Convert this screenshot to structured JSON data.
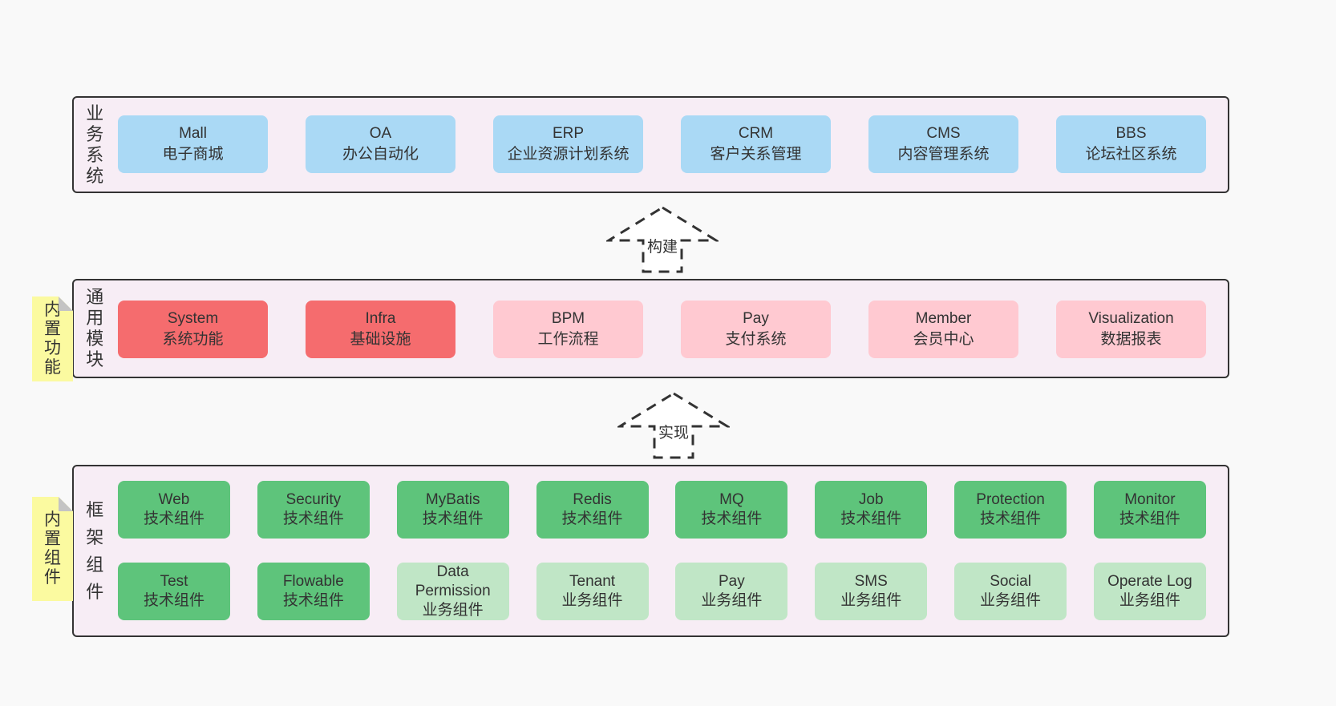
{
  "sections": {
    "business": {
      "label": "业务系统",
      "boxes": [
        {
          "name": "Mall",
          "desc": "电子商城"
        },
        {
          "name": "OA",
          "desc": "办公自动化"
        },
        {
          "name": "ERP",
          "desc": "企业资源计划系统"
        },
        {
          "name": "CRM",
          "desc": "客户关系管理"
        },
        {
          "name": "CMS",
          "desc": "内容管理系统"
        },
        {
          "name": "BBS",
          "desc": "论坛社区系统"
        }
      ]
    },
    "modules": {
      "label": "通用模块",
      "note": "内置功能",
      "boxes": [
        {
          "name": "System",
          "desc": "系统功能"
        },
        {
          "name": "Infra",
          "desc": "基础设施"
        },
        {
          "name": "BPM",
          "desc": "工作流程"
        },
        {
          "name": "Pay",
          "desc": "支付系统"
        },
        {
          "name": "Member",
          "desc": "会员中心"
        },
        {
          "name": "Visualization",
          "desc": "数据报表"
        }
      ]
    },
    "framework": {
      "label": "框架组件",
      "note": "内置组件",
      "row1": [
        {
          "name": "Web",
          "desc": "技术组件"
        },
        {
          "name": "Security",
          "desc": "技术组件"
        },
        {
          "name": "MyBatis",
          "desc": "技术组件"
        },
        {
          "name": "Redis",
          "desc": "技术组件"
        },
        {
          "name": "MQ",
          "desc": "技术组件"
        },
        {
          "name": "Job",
          "desc": "技术组件"
        },
        {
          "name": "Protection",
          "desc": "技术组件"
        },
        {
          "name": "Monitor",
          "desc": "技术组件"
        }
      ],
      "row2": [
        {
          "name": "Test",
          "desc": "技术组件"
        },
        {
          "name": "Flowable",
          "desc": "技术组件"
        },
        {
          "name": "Data Permission",
          "desc": "业务组件"
        },
        {
          "name": "Tenant",
          "desc": "业务组件"
        },
        {
          "name": "Pay",
          "desc": "业务组件"
        },
        {
          "name": "SMS",
          "desc": "业务组件"
        },
        {
          "name": "Social",
          "desc": "业务组件"
        },
        {
          "name": "Operate Log",
          "desc": "业务组件"
        }
      ]
    }
  },
  "arrows": {
    "build": "构建",
    "implement": "实现"
  },
  "colors": {
    "box_blue": "#aad9f5",
    "box_red": "#f56c6e",
    "box_pink": "#ffc9d1",
    "box_green": "#5ec47b",
    "box_light_green": "#c0e6c6",
    "container_bg": "#f7edf5",
    "container_border": "#333333",
    "note_yellow": "#fbfaa0",
    "note_fold_gray": "#c4c4c4",
    "page_bg": "#f9f9f9",
    "text": "#333333"
  }
}
